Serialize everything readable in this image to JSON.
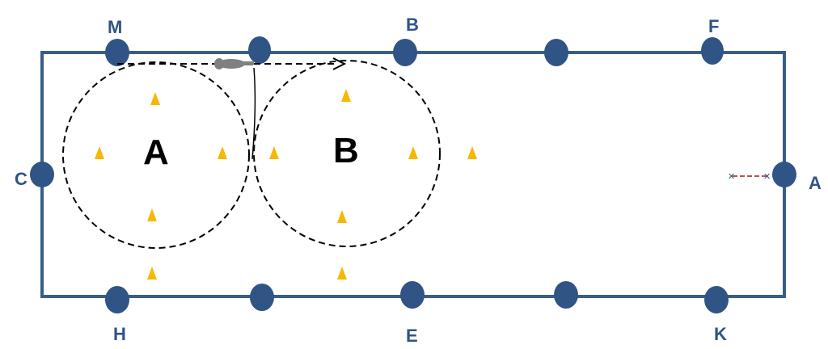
{
  "letters": {
    "M": "M",
    "B": "B",
    "F": "F",
    "C": "C",
    "A": "A",
    "H": "H",
    "E": "E",
    "K": "K"
  },
  "circles": {
    "left": "A",
    "right": "B"
  },
  "colors": {
    "arena": "#385d8a",
    "marker": "#2f5485",
    "cone": "#f6b800",
    "path": "#000000",
    "pole": "#c0504d"
  }
}
